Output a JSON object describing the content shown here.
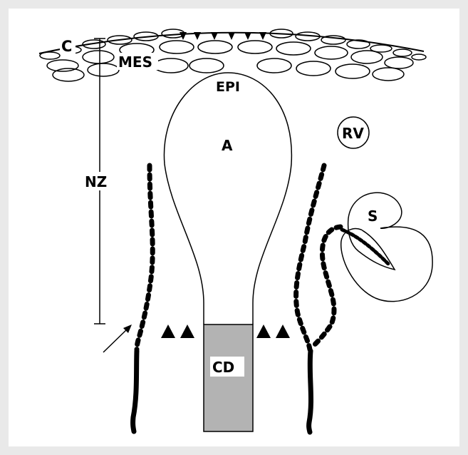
{
  "labels": {
    "c": "C",
    "mes": "MES",
    "epi": "EPI",
    "a": "A",
    "rv": "RV",
    "nz": "NZ",
    "s": "S",
    "cd": "CD"
  },
  "colors": {
    "stroke": "#000000",
    "collecting_duct_fill": "#b3b3b3",
    "frame": "#e9e9e9",
    "background": "#ffffff"
  }
}
